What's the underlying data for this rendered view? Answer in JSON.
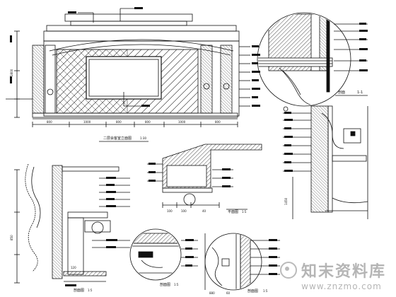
{
  "drawing": {
    "elevation_title": "二层会客室立面图",
    "elevation_scale": "1:30",
    "section_1_label": "剖面",
    "section_1_scale": "1-1",
    "plan_detail_label": "平面图",
    "plan_detail_scale": "1:5",
    "section_a_label": "剖面图",
    "section_a_scale": "1:5",
    "section_b_label": "剖面图",
    "section_b_scale": "1:5",
    "section_c_label": "剖面图",
    "section_c_scale": "1:5"
  },
  "dimensions": {
    "elevation_bottom": [
      "800",
      "1000",
      "800",
      "800",
      "1000",
      "800"
    ],
    "elevation_height": "2800",
    "section_height": "1450",
    "plan_dims": [
      "100",
      "100",
      "40"
    ],
    "detail_dims": [
      "120",
      "850",
      "880",
      "60"
    ]
  },
  "watermark": {
    "brand": "知末资料库",
    "url": "www.znzmo.com"
  }
}
